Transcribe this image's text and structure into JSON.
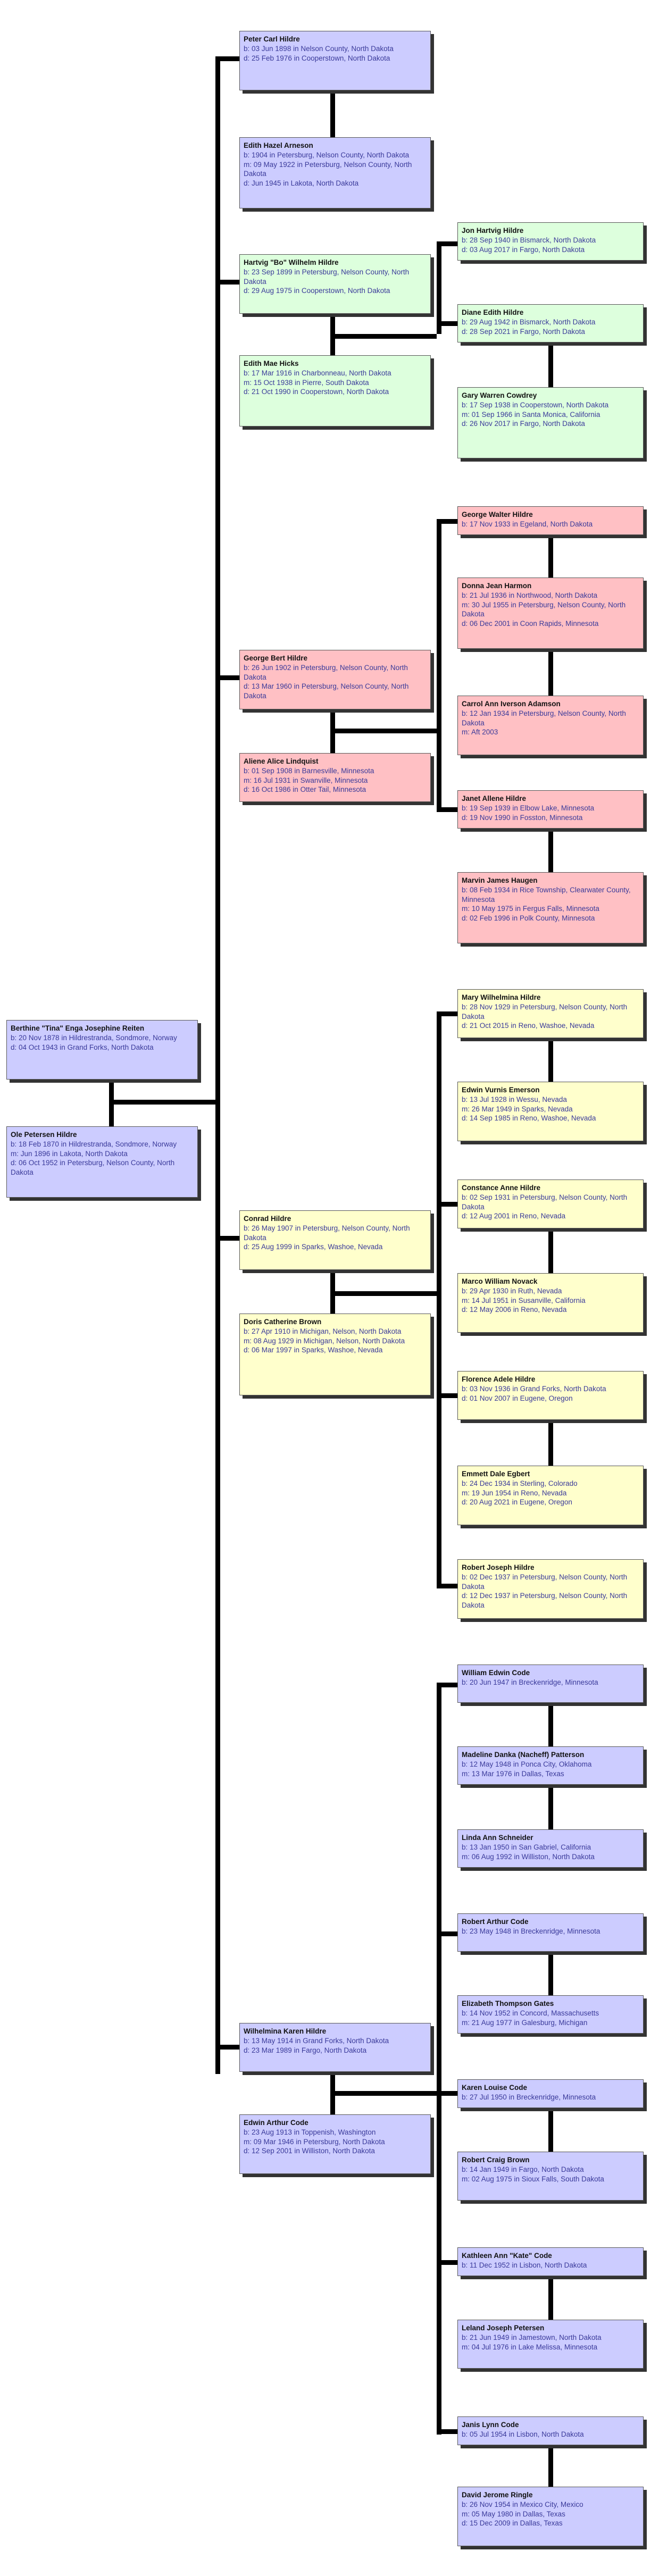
{
  "colors": {
    "blue": "#ccccff",
    "green": "#ddffdd",
    "red": "#ffc0c4",
    "yellow": "#ffffcc",
    "text": "#3a3a9a",
    "line": "#000000"
  },
  "people": [
    {
      "id": "p01",
      "color": "blue",
      "name": "Peter Carl Hildre",
      "lines": [
        "b: 03 Jun 1898 in Nelson County, North Dakota",
        "d: 25 Feb 1976 in Cooperstown, North Dakota"
      ]
    },
    {
      "id": "p02",
      "color": "blue",
      "name": "Edith Hazel Arneson",
      "lines": [
        "b: 1904 in Petersburg, Nelson County, North Dakota",
        "m: 09 May 1922 in Petersburg, Nelson County, North Dakota",
        "d: Jun 1945 in Lakota, North Dakota"
      ]
    },
    {
      "id": "p03",
      "color": "green",
      "name": "Hartvig \"Bo\" Wilhelm Hildre",
      "lines": [
        "b: 23 Sep 1899 in Petersburg, Nelson County, North Dakota",
        "d: 29 Aug 1975 in Cooperstown, North Dakota"
      ]
    },
    {
      "id": "p04",
      "color": "green",
      "name": "Edith Mae Hicks",
      "lines": [
        "b: 17 Mar 1916 in Charbonneau, North Dakota",
        "m: 15 Oct 1938 in Pierre, South Dakota",
        "d: 21 Oct 1990 in Cooperstown, North Dakota"
      ]
    },
    {
      "id": "p05",
      "color": "green",
      "name": "Jon Hartvig Hildre",
      "lines": [
        "b: 28 Sep 1940 in Bismarck, North Dakota",
        "d: 03 Aug 2017 in Fargo, North Dakota"
      ]
    },
    {
      "id": "p06",
      "color": "green",
      "name": "Diane Edith Hildre",
      "lines": [
        "b: 29 Aug 1942 in Bismarck, North Dakota",
        "d: 28 Sep 2021 in Fargo, North Dakota"
      ]
    },
    {
      "id": "p07",
      "color": "green",
      "name": "Gary Warren Cowdrey",
      "lines": [
        "b: 17 Sep 1938 in Cooperstown, North Dakota",
        "m: 01 Sep 1966 in Santa Monica, California",
        "d: 26 Nov 2017 in Fargo, North Dakota"
      ]
    },
    {
      "id": "p08",
      "color": "red",
      "name": "George Walter Hildre",
      "lines": [
        "b: 17 Nov 1933 in Egeland, North Dakota"
      ]
    },
    {
      "id": "p09",
      "color": "red",
      "name": "Donna Jean Harmon",
      "lines": [
        "b: 21 Jul 1936 in Northwood, North Dakota",
        "m: 30 Jul 1955 in Petersburg, Nelson County, North Dakota",
        "d: 06 Dec 2001 in Coon Rapids, Minnesota"
      ]
    },
    {
      "id": "p10",
      "color": "red",
      "name": "George Bert Hildre",
      "lines": [
        "b: 26 Jun 1902 in Petersburg, Nelson County, North Dakota",
        "d: 13 Mar 1960 in Petersburg, Nelson County, North Dakota"
      ]
    },
    {
      "id": "p11",
      "color": "red",
      "name": "Carrol Ann Iverson Adamson",
      "lines": [
        "b: 12 Jan 1934 in Petersburg, Nelson County, North Dakota",
        "m: Aft 2003"
      ]
    },
    {
      "id": "p12",
      "color": "red",
      "name": "Aliene Alice Lindquist",
      "lines": [
        "b: 01 Sep 1908 in Barnesville, Minnesota",
        "m: 16 Jul 1931 in Swanville, Minnesota",
        "d: 16 Oct 1986 in Otter Tail, Minnesota"
      ]
    },
    {
      "id": "p13",
      "color": "red",
      "name": "Janet Allene Hildre",
      "lines": [
        "b: 19 Sep 1939 in Elbow Lake, Minnesota",
        "d: 19 Nov 1990 in Fosston, Minnesota"
      ]
    },
    {
      "id": "p14",
      "color": "red",
      "name": "Marvin James Haugen",
      "lines": [
        "b: 08 Feb 1934 in Rice Township, Clearwater County, Minnesota",
        "m: 10 May 1975 in Fergus Falls, Minnesota",
        "d: 02 Feb 1996 in Polk County, Minnesota"
      ]
    },
    {
      "id": "p15",
      "color": "yellow",
      "name": "Mary Wilhelmina Hildre",
      "lines": [
        "b: 28 Nov 1929 in Petersburg, Nelson County, North Dakota",
        "d: 21 Oct 2015 in Reno, Washoe, Nevada"
      ]
    },
    {
      "id": "p16",
      "color": "blue",
      "name": "Berthine \"Tina\" Enga Josephine Reiten",
      "lines": [
        "b: 20 Nov 1878 in Hildrestranda, Sondmore, Norway",
        "d: 04 Oct 1943 in Grand Forks, North Dakota"
      ]
    },
    {
      "id": "p17",
      "color": "yellow",
      "name": "Edwin Vurnis Emerson",
      "lines": [
        "b: 13 Jul 1928 in Wessu, Nevada",
        "m: 26 Mar 1949 in Sparks, Nevada",
        "d: 14 Sep 1985 in Reno, Washoe, Nevada"
      ]
    },
    {
      "id": "p18",
      "color": "blue",
      "name": "Ole Petersen Hildre",
      "lines": [
        "b: 18 Feb 1870 in Hildrestranda, Sondmore, Norway",
        "m: Jun 1896 in Lakota, North Dakota",
        "d: 06 Oct 1952 in Petersburg, Nelson County, North Dakota"
      ]
    },
    {
      "id": "p19",
      "color": "yellow",
      "name": "Constance Anne Hildre",
      "lines": [
        "b: 02 Sep 1931 in Petersburg, Nelson County, North Dakota",
        "d: 12 Aug 2001 in Reno, Nevada"
      ]
    },
    {
      "id": "p20",
      "color": "yellow",
      "name": "Conrad Hildre",
      "lines": [
        "b: 26 May 1907 in Petersburg, Nelson County, North Dakota",
        "d: 25 Aug 1999 in Sparks, Washoe, Nevada"
      ]
    },
    {
      "id": "p21",
      "color": "yellow",
      "name": "Marco William Novack",
      "lines": [
        "b: 29 Apr 1930 in Ruth, Nevada",
        "m: 14 Jul 1951 in Susanville, California",
        "d: 12 May 2006 in Reno, Nevada"
      ]
    },
    {
      "id": "p22",
      "color": "yellow",
      "name": "Doris Catherine Brown",
      "lines": [
        "b: 27 Apr 1910 in Michigan, Nelson, North Dakota",
        "m: 08 Aug 1929 in Michigan, Nelson, North Dakota",
        "d: 06 Mar 1997 in Sparks, Washoe, Nevada"
      ]
    },
    {
      "id": "p23",
      "color": "yellow",
      "name": "Florence Adele Hildre",
      "lines": [
        "b: 03 Nov 1936 in Grand Forks, North Dakota",
        "d: 01 Nov 2007 in Eugene, Oregon"
      ]
    },
    {
      "id": "p24",
      "color": "yellow",
      "name": "Emmett Dale Egbert",
      "lines": [
        "b: 24 Dec 1934 in Sterling, Colorado",
        "m: 19 Jun 1954 in Reno, Nevada",
        "d: 20 Aug 2021 in Eugene, Oregon"
      ]
    },
    {
      "id": "p25",
      "color": "yellow",
      "name": "Robert Joseph Hildre",
      "lines": [
        "b: 02 Dec 1937 in Petersburg, Nelson County, North Dakota",
        "d: 12 Dec 1937 in Petersburg, Nelson County, North Dakota"
      ]
    },
    {
      "id": "p26",
      "color": "blue",
      "name": "William Edwin Code",
      "lines": [
        "b: 20 Jun 1947 in Breckenridge, Minnesota"
      ]
    },
    {
      "id": "p27",
      "color": "blue",
      "name": "Madeline Danka (Nacheff) Patterson",
      "lines": [
        "b: 12 May 1948 in Ponca City, Oklahoma",
        "m: 13 Mar 1976 in Dallas, Texas"
      ]
    },
    {
      "id": "p28",
      "color": "blue",
      "name": "Linda Ann Schneider",
      "lines": [
        "b: 13 Jan 1950 in San Gabriel, California",
        "m: 06 Aug 1992 in Williston, North Dakota"
      ]
    },
    {
      "id": "p29",
      "color": "blue",
      "name": "Robert Arthur Code",
      "lines": [
        "b: 23 May 1948 in Breckenridge, Minnesota"
      ]
    },
    {
      "id": "p30",
      "color": "blue",
      "name": "Elizabeth Thompson Gates",
      "lines": [
        "b: 14 Nov 1952 in Concord, Massachusetts",
        "m: 21 Aug 1977 in Galesburg, Michigan"
      ]
    },
    {
      "id": "p31",
      "color": "blue",
      "name": "Wilhelmina Karen Hildre",
      "lines": [
        "b: 13 May 1914 in Grand Forks, North Dakota",
        "d: 23 Mar 1989 in Fargo, North Dakota"
      ]
    },
    {
      "id": "p32",
      "color": "blue",
      "name": "Karen Louise Code",
      "lines": [
        "b: 27 Jul 1950 in Breckenridge, Minnesota"
      ]
    },
    {
      "id": "p33",
      "color": "blue",
      "name": "Edwin Arthur Code",
      "lines": [
        "b: 23 Aug 1913 in Toppenish, Washington",
        "m: 09 Mar 1946 in Petersburg, North Dakota",
        "d: 12 Sep 2001 in Williston, North Dakota"
      ]
    },
    {
      "id": "p34",
      "color": "blue",
      "name": "Robert Craig Brown",
      "lines": [
        "b: 14 Jan 1949 in Fargo, North Dakota",
        "m: 02 Aug 1975 in Sioux Falls, South Dakota"
      ]
    },
    {
      "id": "p35",
      "color": "blue",
      "name": "Kathleen Ann \"Kate\" Code",
      "lines": [
        "b: 11 Dec 1952 in Lisbon, North Dakota"
      ]
    },
    {
      "id": "p36",
      "color": "blue",
      "name": "Leland Joseph Petersen",
      "lines": [
        "b: 21 Jun 1949 in Jamestown, North Dakota",
        "m: 04 Jul 1976 in Lake Melissa, Minnesota"
      ]
    },
    {
      "id": "p37",
      "color": "blue",
      "name": "Janis Lynn Code",
      "lines": [
        "b: 05 Jul 1954 in Lisbon, North Dakota"
      ]
    },
    {
      "id": "p38",
      "color": "blue",
      "name": "David Jerome Ringle",
      "lines": [
        "b: 26 Nov 1954 in Mexico City, Mexico",
        "m: 05 May 1980 in Dallas, Texas",
        "d: 15 Dec 2009 in Dallas, Texas"
      ]
    }
  ]
}
